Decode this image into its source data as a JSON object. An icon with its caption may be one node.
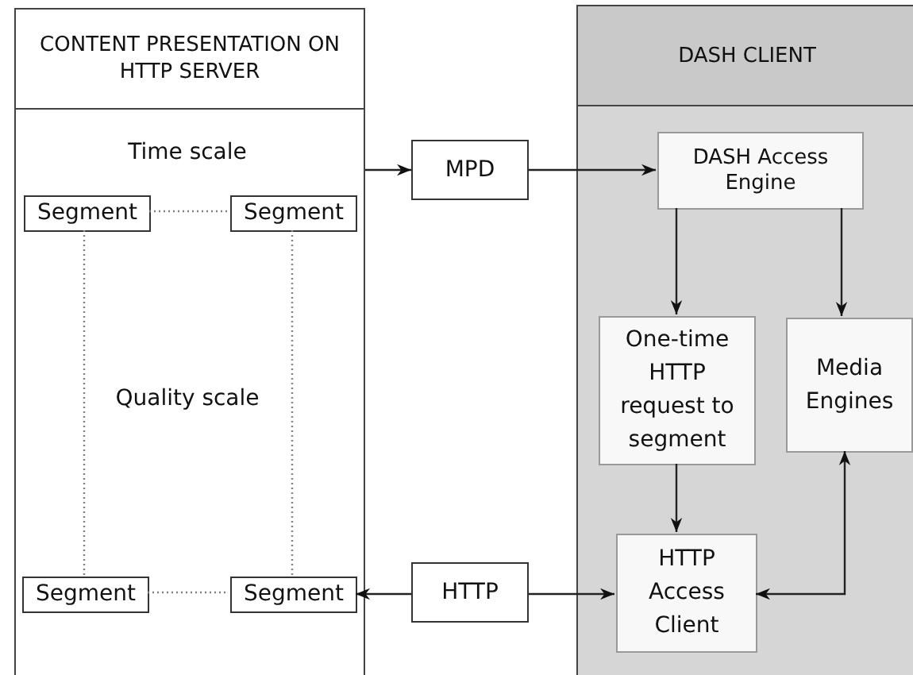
{
  "diagram": {
    "nodes": [
      {
        "text": [
          "CONTENT PRESENTATION ON HTTP SERVER",
          "Time scale",
          "Quality scale"
        ]
      },
      {
        "text": [
          "Segment"
        ],
        "in": 0
      },
      {
        "text": [
          "Segment"
        ],
        "in": 0
      },
      {
        "text": [
          "Segment"
        ],
        "in": 0
      },
      {
        "text": [
          "Segment"
        ],
        "in": 0
      },
      {
        "text": [
          "MPD"
        ]
      },
      {
        "text": [
          "HTTP"
        ]
      },
      {
        "text": [
          "DASH CLIENT"
        ]
      },
      {
        "text": [
          "DASH Access Engine"
        ],
        "in": 7
      },
      {
        "text": [
          "One-time HTTP request to segment"
        ],
        "in": 7
      },
      {
        "text": [
          "Media Engines"
        ],
        "in": 7
      },
      {
        "text": [
          "HTTP Access Client"
        ],
        "in": 7
      }
    ],
    "edges": [
      {
        "from": 0,
        "to": 5,
        "arrow": "to"
      },
      {
        "from": 5,
        "to": 8,
        "arrow": "to"
      },
      {
        "from": 8,
        "to": 9,
        "arrow": "to"
      },
      {
        "from": 8,
        "to": 10,
        "arrow": "to"
      },
      {
        "from": 9,
        "to": 11,
        "arrow": "to"
      },
      {
        "from": 6,
        "to": 4,
        "arrow": "to"
      },
      {
        "from": 6,
        "to": 11,
        "arrow": "to"
      },
      {
        "from": 10,
        "to": 11,
        "arrow": "both"
      },
      {
        "from": 1,
        "to": 2,
        "arrow": "none",
        "style": "dashed",
        "color": "#808080"
      },
      {
        "from": 1,
        "to": 3,
        "arrow": "none",
        "style": "dashed",
        "color": "#808080"
      },
      {
        "from": 2,
        "to": 4,
        "arrow": "none",
        "style": "dashed",
        "color": "#808080"
      },
      {
        "from": 3,
        "to": 4,
        "arrow": "none",
        "style": "dashed",
        "color": "#808080"
      }
    ]
  }
}
